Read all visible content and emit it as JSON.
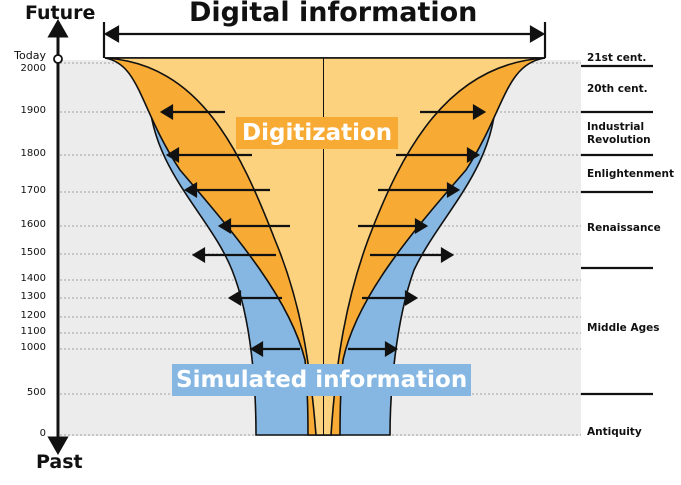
{
  "axis": {
    "top_label": "Future",
    "bottom_label": "Past",
    "today_label": "Today"
  },
  "title": "Digital information",
  "digitization_label": "Digitization",
  "simulated_label": "Simulated information",
  "years": [
    {
      "label": "2000"
    },
    {
      "label": "1900"
    },
    {
      "label": "1800"
    },
    {
      "label": "1700"
    },
    {
      "label": "1600"
    },
    {
      "label": "1500"
    },
    {
      "label": "1400"
    },
    {
      "label": "1300"
    },
    {
      "label": "1200"
    },
    {
      "label": "1100"
    },
    {
      "label": "1000"
    },
    {
      "label": "500"
    },
    {
      "label": "0"
    }
  ],
  "eras": [
    {
      "label": "21st cent."
    },
    {
      "label": "20th cent."
    },
    {
      "label": "Industrial Revolution"
    },
    {
      "label": "Enlightenment"
    },
    {
      "label": "Renaissance"
    },
    {
      "label": "Middle Ages"
    },
    {
      "label": "Antiquity"
    }
  ],
  "colors": {
    "background_band": "#ececec",
    "digital_fill": "#fcd27e",
    "digitization_fill": "#f8ab34",
    "simulated_fill": "#86b7e3",
    "digitization_label_bg": "#f8ab34",
    "simulated_label_bg": "#86b7e3"
  }
}
